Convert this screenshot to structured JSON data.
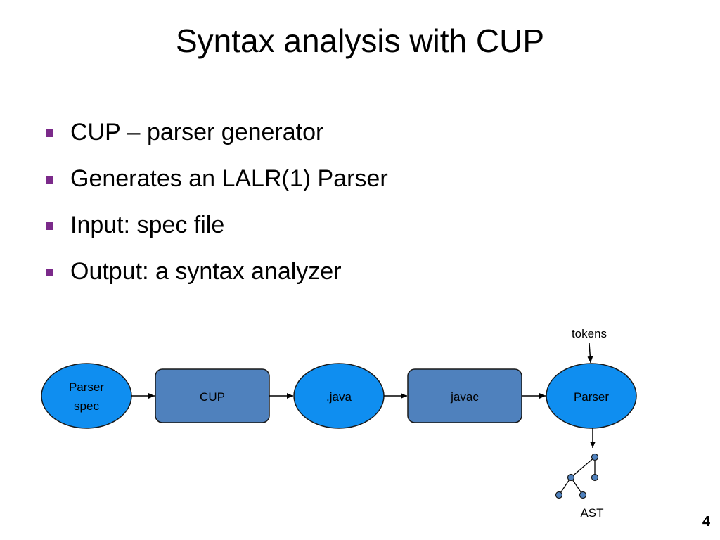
{
  "slide": {
    "title": "Syntax analysis with CUP",
    "page_number": "4"
  },
  "bullets": [
    "CUP – parser generator",
    "Generates an LALR(1) Parser",
    "Input: spec file",
    "Output: a syntax analyzer"
  ],
  "diagram": {
    "nodes": {
      "parser_spec": {
        "line1": "Parser",
        "line2": "spec"
      },
      "cup": "CUP",
      "java": ".java",
      "javac": "javac",
      "parser": "Parser"
    },
    "tokens_label": "tokens",
    "ast_label": "AST"
  },
  "colors": {
    "ellipse_fill": "#0f8ef0",
    "box_fill": "#4f81bd",
    "stroke": "#1a1a1a",
    "bullet": "#7b2a8a",
    "tree_node": "#4f81bd"
  }
}
